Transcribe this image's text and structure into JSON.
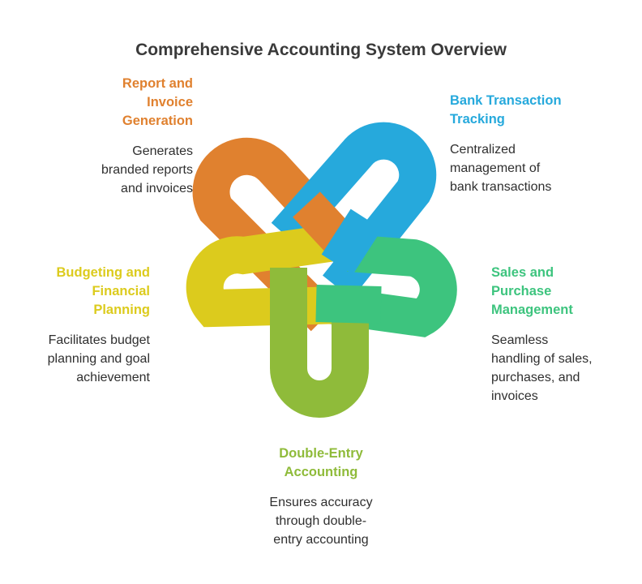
{
  "title": "Comprehensive Accounting System Overview",
  "colors": {
    "report": "#E0812F",
    "bank": "#26A9DC",
    "sales": "#3DC47E",
    "accounting": "#8FBB3A",
    "budgeting": "#DCCB1D"
  },
  "sections": {
    "report": {
      "title_lines": [
        "Report and",
        "Invoice",
        "Generation"
      ],
      "desc_lines": [
        "Generates",
        "branded reports",
        "and invoices"
      ]
    },
    "bank": {
      "title_lines": [
        "Bank Transaction",
        "Tracking"
      ],
      "desc_lines": [
        "Centralized",
        "management of",
        "bank transactions"
      ]
    },
    "sales": {
      "title_lines": [
        "Sales and",
        "Purchase",
        "Management"
      ],
      "desc_lines": [
        "Seamless",
        "handling of sales,",
        "purchases, and",
        "invoices"
      ]
    },
    "budgeting": {
      "title_lines": [
        "Budgeting and",
        "Financial",
        "Planning"
      ],
      "desc_lines": [
        "Facilitates budget",
        "planning and goal",
        "achievement"
      ]
    },
    "accounting": {
      "title_lines": [
        "Double-Entry",
        "Accounting"
      ],
      "desc_lines": [
        "Ensures accuracy",
        "through double-",
        "entry accounting"
      ]
    }
  }
}
